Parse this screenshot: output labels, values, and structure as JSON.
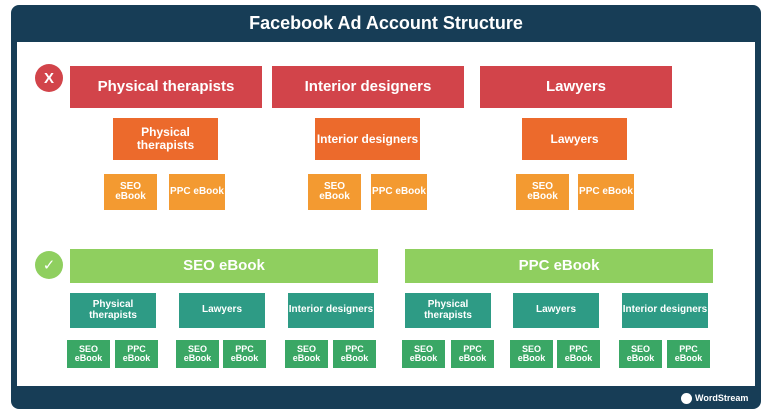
{
  "title": "Facebook Ad Account Structure",
  "colors": {
    "frame": "#173d56",
    "bad_level1": "#d2444a",
    "bad_level2": "#ec6a2c",
    "bad_level3": "#f39a31",
    "good_level1": "#8fcf5f",
    "good_level2": "#2e9b85",
    "good_level3": "#3aa765"
  },
  "bad_example": {
    "marker": "X",
    "groups": [
      {
        "l1": "Physical therapists",
        "l2": "Physical therapists",
        "ads": [
          "SEO eBook",
          "PPC eBook"
        ]
      },
      {
        "l1": "Interior designers",
        "l2": "Interior designers",
        "ads": [
          "SEO eBook",
          "PPC eBook"
        ]
      },
      {
        "l1": "Lawyers",
        "l2": "Lawyers",
        "ads": [
          "SEO eBook",
          "PPC eBook"
        ]
      }
    ]
  },
  "good_example": {
    "marker": "✓",
    "campaigns": [
      {
        "label": "SEO eBook",
        "ad_sets": [
          {
            "label": "Physical therapists",
            "ads": [
              "SEO eBook",
              "PPC eBook"
            ]
          },
          {
            "label": "Lawyers",
            "ads": [
              "SEO eBook",
              "PPC eBook"
            ]
          },
          {
            "label": "Interior designers",
            "ads": [
              "SEO eBook",
              "PPC eBook"
            ]
          }
        ]
      },
      {
        "label": "PPC eBook",
        "ad_sets": [
          {
            "label": "Physical therapists",
            "ads": [
              "SEO eBook",
              "PPC eBook"
            ]
          },
          {
            "label": "Lawyers",
            "ads": [
              "SEO eBook",
              "PPC eBook"
            ]
          },
          {
            "label": "Interior designers",
            "ads": [
              "SEO eBook",
              "PPC eBook"
            ]
          }
        ]
      }
    ]
  },
  "logo": "WordStream"
}
